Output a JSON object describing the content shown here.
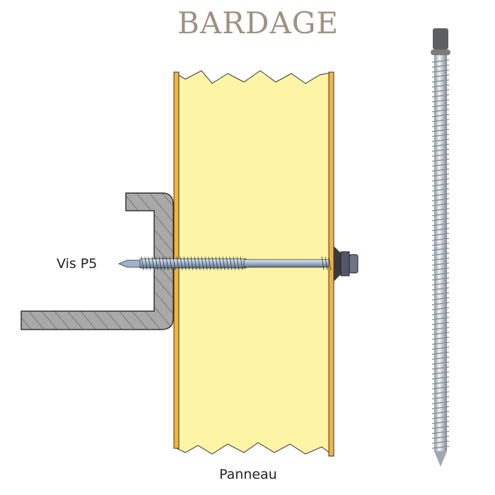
{
  "title": "BARDAGE",
  "labels": {
    "screw": "Vis P5",
    "panel": "Panneau"
  },
  "colors": {
    "title": "#a1907f",
    "panel_fill": "#fdf5a5",
    "panel_edge": "#f7b340",
    "bracket": "#a8a8a8",
    "screw": "#a9bcd4"
  }
}
